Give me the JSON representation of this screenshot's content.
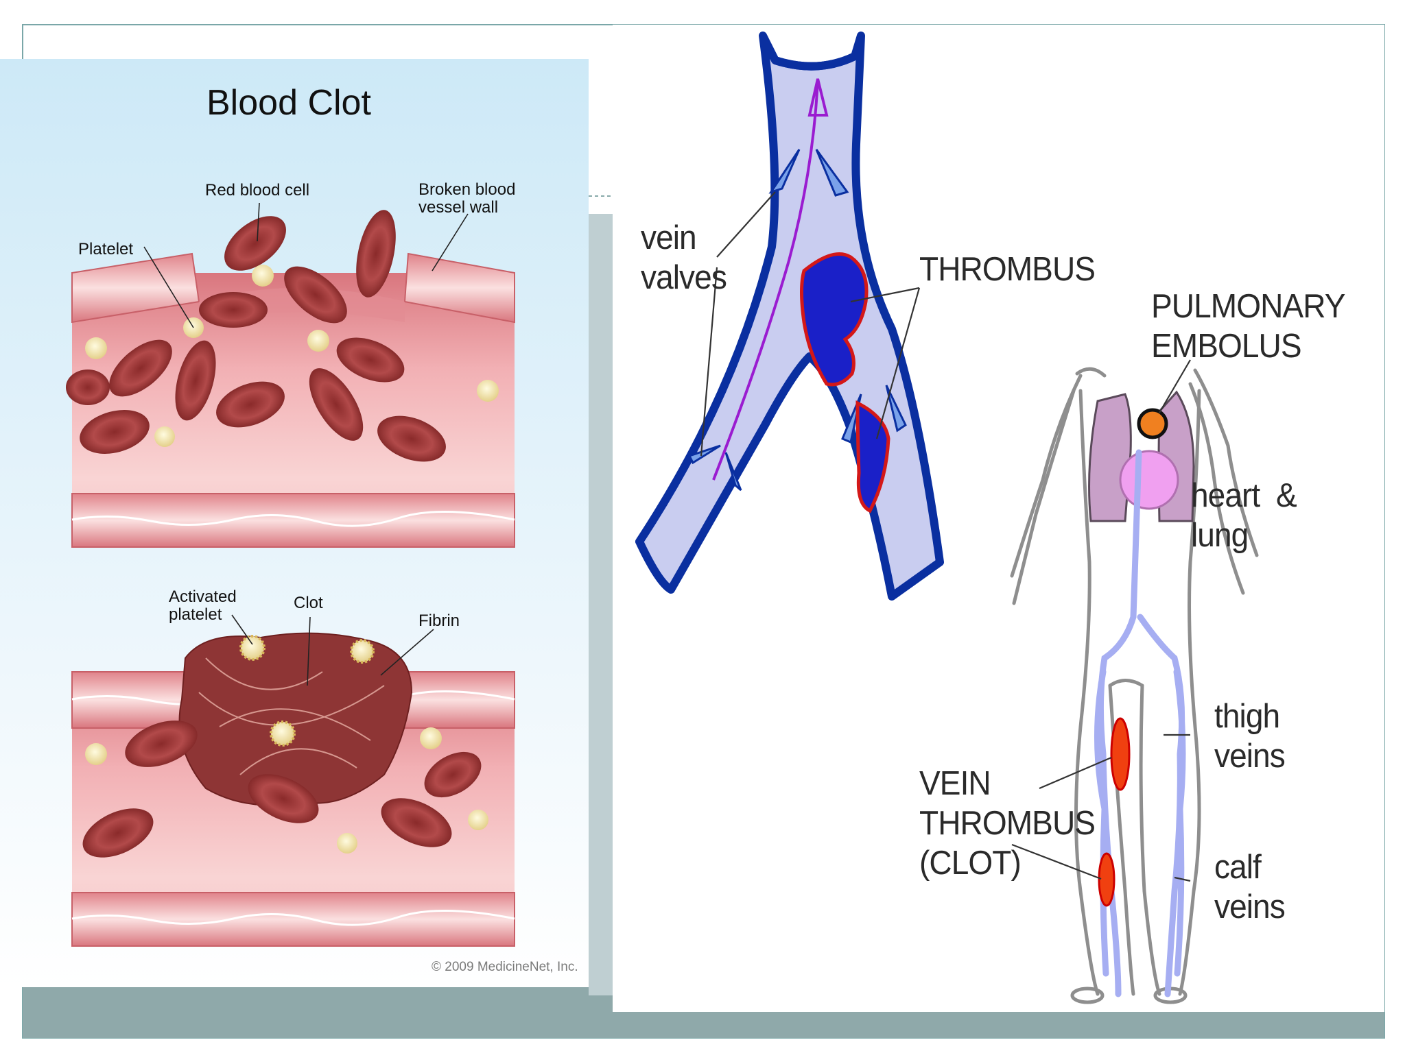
{
  "blood_clot_panel": {
    "title": "Blood Clot",
    "labels": {
      "red_blood_cell": "Red blood cell",
      "broken_vessel_wall": "Broken blood\nvessel wall",
      "platelet": "Platelet",
      "activated_platelet": "Activated\nplatelet",
      "clot": "Clot",
      "fibrin": "Fibrin"
    },
    "copyright": "© 2009 MedicineNet, Inc."
  },
  "vein_panel": {
    "vein_valves": "vein\nvalves",
    "thrombus": "THROMBUS",
    "pulmonary_embolus": "PULMONARY\nEMBOLUS",
    "heart_lung": "heart  &\nlung",
    "thigh_veins": "thigh\nveins",
    "calf_veins": "calf\nveins",
    "vein_thrombus_clot": "VEIN\nTHROMBUS\n(CLOT)"
  },
  "colors": {
    "slide_bar": "#8fa9aa",
    "vessel_pink": "#e8959a",
    "red_cell": "#9e3434",
    "platelet": "#ecdf9a",
    "vein_blue": "#0a2fa0",
    "vein_fill": "#c9cdf0",
    "thrombus": "#1a20c8",
    "flow_arrow": "#9a1cd0",
    "lung": "#c8a0c8"
  }
}
